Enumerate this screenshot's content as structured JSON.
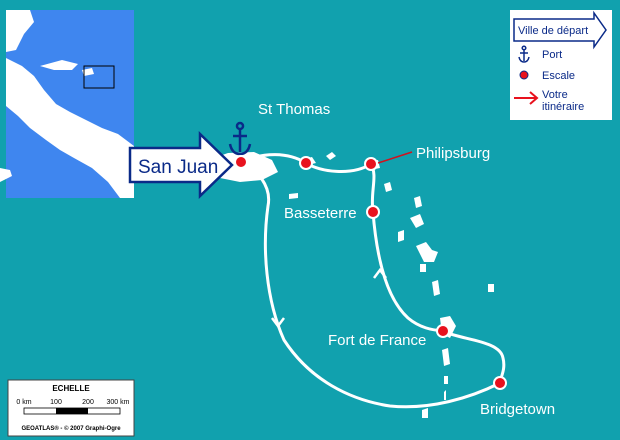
{
  "map": {
    "start_label": "San Juan",
    "ports": [
      {
        "key": "st-thomas",
        "label": "St Thomas"
      },
      {
        "key": "philipsburg",
        "label": "Philipsburg"
      },
      {
        "key": "basseterre",
        "label": "Basseterre"
      },
      {
        "key": "fort-de-france",
        "label": "Fort de France"
      },
      {
        "key": "bridgetown",
        "label": "Bridgetown"
      }
    ]
  },
  "legend": {
    "title": "Ville de départ",
    "items": [
      {
        "icon": "anchor-icon",
        "label": "Port"
      },
      {
        "icon": "red-dot-icon",
        "label": "Escale"
      },
      {
        "icon": "red-arrow-icon",
        "label_line1": "Votre",
        "label_line2": "itinéraire"
      }
    ]
  },
  "scale": {
    "title": "ECHELLE",
    "ticks": [
      "0 km",
      "100",
      "200",
      "300 km"
    ],
    "credit": "GEOATLAS® - © 2007 Graphi-Ogre"
  },
  "colors": {
    "sea": "#11a1ae",
    "land": "#ffffff",
    "route": "#ffffff",
    "stop": "#e8121e",
    "legend_text": "#0a2a88"
  }
}
